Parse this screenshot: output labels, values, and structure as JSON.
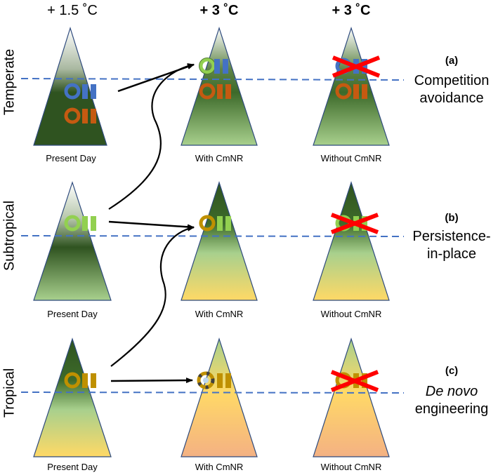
{
  "columns": [
    {
      "title": "+ 1.5 ˚C",
      "bold": false
    },
    {
      "title": "+ 3 ˚C",
      "bold": true
    },
    {
      "title": "+ 3 ˚C",
      "bold": true
    }
  ],
  "rows": [
    {
      "label": "Temperate",
      "letter": "(a)",
      "desc_line1": "Competition",
      "desc_line2": "avoidance",
      "captions": [
        "Present Day",
        "With CmNR",
        "Without CmNR"
      ]
    },
    {
      "label": "Subtropical",
      "letter": "(b)",
      "desc_line1": "Persistence-",
      "desc_line2": "in-place",
      "captions": [
        "Present Day",
        "With CmNR",
        "Without CmNR"
      ]
    },
    {
      "label": "Tropical",
      "letter": "(c)",
      "desc_line1": "De novo",
      "desc_line2": "engineering",
      "desc_line1_italic": true,
      "captions": [
        "Present Day",
        "With CmNR",
        "Without CmNR"
      ]
    }
  ],
  "colors": {
    "dark_green": "#2f5320",
    "light_green": "#a8d08d",
    "yellow": "#ffd966",
    "salmon": "#f4b183",
    "white": "#ffffff",
    "dashed_line": "#4472c4",
    "blue_species": "#4472c4",
    "orange_species": "#c55a11",
    "green_species": "#92d050",
    "gold_species": "#bf9000",
    "cross": "#ff0000",
    "arrow": "#000000"
  },
  "icons": [
    "species-oii-icon",
    "extinction-cross-icon",
    "dispersal-arrow-icon",
    "mountain-icon"
  ]
}
